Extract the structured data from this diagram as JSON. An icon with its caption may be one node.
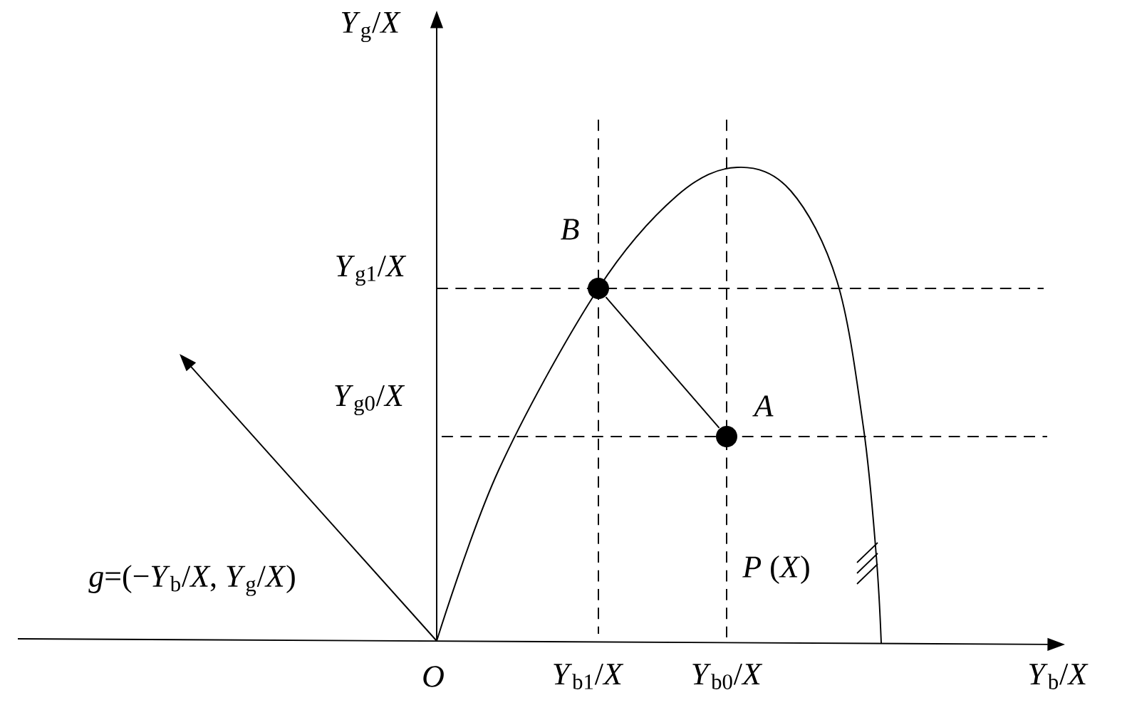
{
  "diagram": {
    "nodes": [
      {
        "text": [],
        "shape": "circle",
        "beside": [
          "B"
        ]
      },
      {
        "text": [],
        "shape": "circle",
        "beside": [
          "A"
        ]
      }
    ],
    "edges": [
      {
        "from": 0,
        "to": 1,
        "arrow": "none"
      }
    ],
    "labels": [
      "*Y*$_{g}$/*X*",
      "*Y*$_{g1}$/*X*",
      "*Y*$_{g0}$/*X*",
      "*g*=(−*Y*$_{b}$/*X*, *Y*$_{g}$/*X*)",
      "*P* (*X*)",
      "*O*",
      "*Y*$_{b1}$/*X*",
      "*Y*$_{b0}$/*X*",
      "*Y*$_{b}$/*X*"
    ]
  }
}
